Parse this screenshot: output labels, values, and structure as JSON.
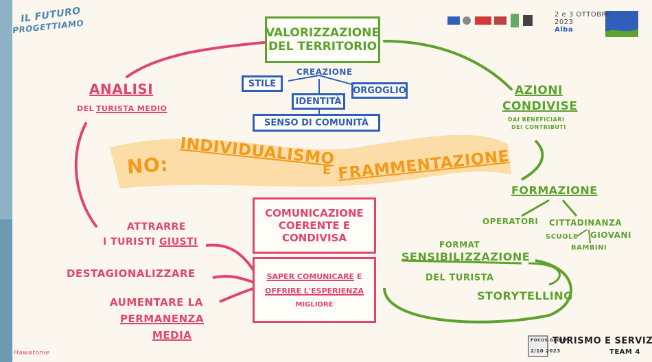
{
  "header": {
    "logo_line1": "IL FUTURO",
    "logo_line2": "PROGETTIAMO",
    "event_date": "2 e 3 OTTOBRE",
    "event_year": "2023",
    "event_place": "Alba"
  },
  "center_banner": {
    "prefix": "NO:",
    "word1": "INDIVIDUALISMO",
    "conj": "E",
    "word2": "FRAMMENTAZIONE"
  },
  "top": {
    "title_l1": "VALORIZZAZIONE",
    "title_l2": "DEL TERRITORIO",
    "creazione": "CREAZIONE",
    "stile": "STILE",
    "identita": "IDENTITÀ",
    "orgoglio": "ORGOGLIO",
    "senso": "SENSO DI COMUNITÀ"
  },
  "left": {
    "analisi": "ANALISI",
    "analisi_sub_prefix": "DEL",
    "analisi_sub": "TURISTA MEDIO"
  },
  "right": {
    "azioni": "AZIONI",
    "condivise": "CONDIVISE",
    "dai_l1": "DAI BENEFICIARI",
    "dai_l2": "DEI CONTRIBUTI",
    "formazione": "FORMAZIONE",
    "operatori": "OPERATORI",
    "cittadinanza": "CITTADINANZA",
    "scuole": "SCUOLE",
    "giovani": "GIOVANI",
    "bambini": "BAMBINI",
    "format": "FORMAT",
    "sensibilizzazione": "SENSIBILIZZAZIONE",
    "del_turista": "DEL TURISTA",
    "storytelling": "STORYTELLING"
  },
  "bottom": {
    "com_l1": "COMUNICAZIONE",
    "com_l2": "COERENTE E",
    "com_l3": "CONDIVISA",
    "saper_l1a": "SAPER COMUNICARE",
    "saper_l1b": "E",
    "saper_l2": "OFFRIRE L'ESPERIENZA",
    "saper_l3": "MIGLIORE",
    "attrarre_l1": "ATTRARRE",
    "attrarre_l2a": "I TURISTI",
    "attrarre_l2b": "GIUSTI",
    "destag": "DESTAGIONALIZZARE",
    "aumentare_l1": "AUMENTARE LA",
    "aumentare_l2": "PERMANENZA",
    "aumentare_l3": "MEDIA"
  },
  "footer": {
    "focus": "FOCUS GROUP",
    "date": "2/10 2023",
    "topic": "TURISMO E SERVIZI",
    "team": "TEAM 4",
    "signature": "Hawatonie"
  },
  "colors": {
    "green": "#5ea12e",
    "pink": "#e0456e",
    "blue": "#2f5fb8",
    "orange_band": "#fcd79a",
    "orange_text": "#f29a1a"
  }
}
